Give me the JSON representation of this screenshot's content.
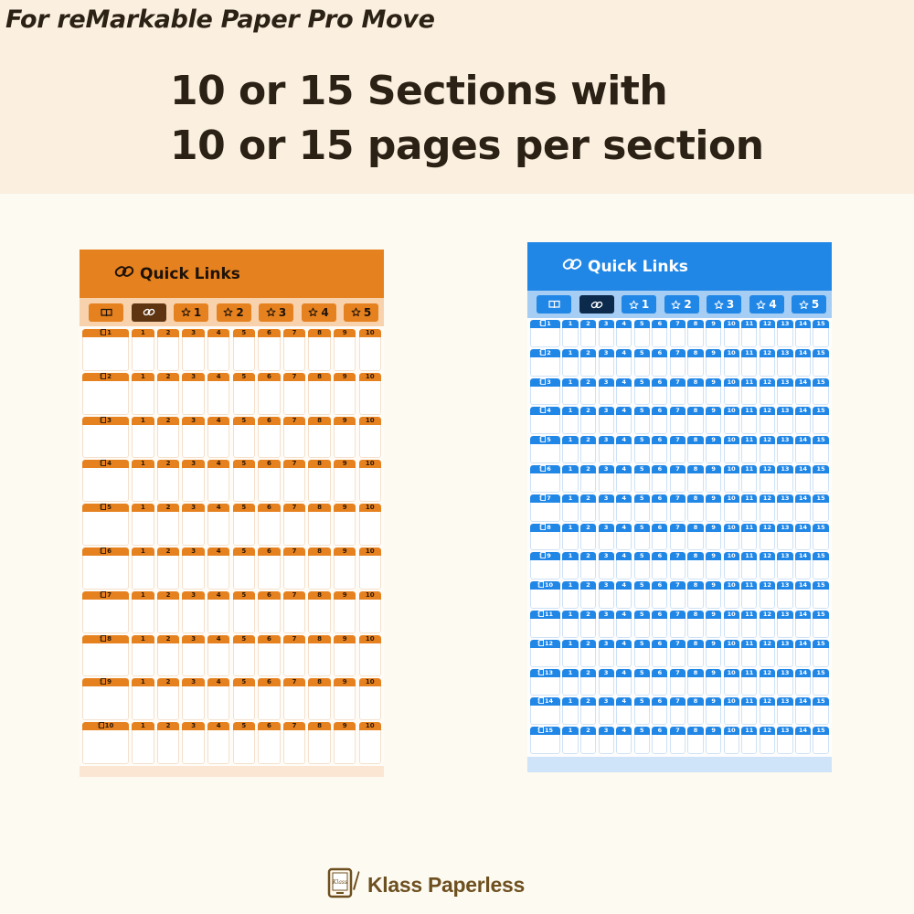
{
  "banner": {
    "tagline": "For reMarkable Paper Pro Move",
    "headline_line1": "10 or 15 Sections with",
    "headline_line2": "10 or 15 pages per section"
  },
  "panels": [
    {
      "id": "orange",
      "title": "Quick Links",
      "accent_color": "#e6811f",
      "tabs": [
        {
          "icon": "book-icon",
          "label": ""
        },
        {
          "icon": "link-icon",
          "label": "",
          "active": true
        },
        {
          "icon": "star-icon",
          "label": "1"
        },
        {
          "icon": "star-icon",
          "label": "2"
        },
        {
          "icon": "star-icon",
          "label": "3"
        },
        {
          "icon": "star-icon",
          "label": "4"
        },
        {
          "icon": "star-icon",
          "label": "5"
        }
      ],
      "sections": [
        "1",
        "2",
        "3",
        "4",
        "5",
        "6",
        "7",
        "8",
        "9",
        "10"
      ],
      "pages": [
        "1",
        "2",
        "3",
        "4",
        "5",
        "6",
        "7",
        "8",
        "9",
        "10"
      ]
    },
    {
      "id": "blue",
      "title": "Quick Links",
      "accent_color": "#2187e6",
      "tabs": [
        {
          "icon": "book-icon",
          "label": ""
        },
        {
          "icon": "link-icon",
          "label": "",
          "active": true
        },
        {
          "icon": "star-icon",
          "label": "1"
        },
        {
          "icon": "star-icon",
          "label": "2"
        },
        {
          "icon": "star-icon",
          "label": "3"
        },
        {
          "icon": "star-icon",
          "label": "4"
        },
        {
          "icon": "star-icon",
          "label": "5"
        }
      ],
      "sections": [
        "1",
        "2",
        "3",
        "4",
        "5",
        "6",
        "7",
        "8",
        "9",
        "10",
        "11",
        "12",
        "13",
        "14",
        "15"
      ],
      "pages": [
        "1",
        "2",
        "3",
        "4",
        "5",
        "6",
        "7",
        "8",
        "9",
        "10",
        "11",
        "12",
        "13",
        "14",
        "15"
      ]
    }
  ],
  "brand": {
    "logo_text": "Klass",
    "name": "Klass Paperless"
  }
}
